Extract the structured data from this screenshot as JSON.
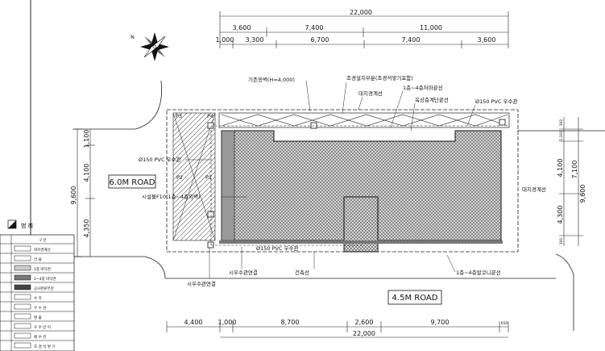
{
  "dimensions": {
    "top_total": "22,000",
    "top_row2": [
      "3,600",
      "7,400",
      "11,000"
    ],
    "top_row3": [
      "1,000",
      "3,300",
      "6,700",
      "7,400",
      "3,600"
    ],
    "bottom_row": [
      "4,400",
      "1,000",
      "8,700",
      "2,600",
      "9,700",
      "650"
    ],
    "bottom_total": "22,000",
    "left_outer": "9,600",
    "left_inner": [
      "1,100",
      "4,100",
      "4,350"
    ],
    "right_inner": [
      "300",
      "1,100",
      "4,100",
      "4,300",
      "300"
    ],
    "right_total": [
      "7,100",
      "9,600"
    ]
  },
  "labels": {
    "pvc_left": "Ø150 PVC 우수관",
    "pvc_top": "Ø150 PVC 우수관",
    "pvc_bottom": "Ø150 PVC 우수관",
    "top1": "기존옹벽(H=4,000)",
    "top2": "조경설치부분(조경석쌓기포함)",
    "top3": "1층~4층처마끝선",
    "top4": "대지경계선",
    "top5": "옥상층계단끝선",
    "left_mid": "시설물F10(1층~4층외벽)",
    "right_mid": "대지경계선",
    "bottom1": "시우수관연결",
    "bottom2": "시우수관연결",
    "bottom3": "건축선",
    "bottom4": "1층~4층발코니끝선"
  },
  "points": [
    "P3",
    "P4",
    "P2",
    "P1"
  ],
  "roads": {
    "left": "6.0M ROAD",
    "bottom": "4.5M ROAD"
  },
  "legend": {
    "title": "범 례",
    "header": "구 분",
    "rows": [
      "대지경계선",
      "건 물",
      "1층 바닥면",
      "2~4층 바닥면",
      "공사완료부분",
      "수 목",
      "우 수 관",
      "맨 홀",
      "우 수 받 이",
      "배 수 관",
      "조 경 석 쌓 기"
    ]
  },
  "icons": {
    "north": "north-arrow-icon"
  }
}
